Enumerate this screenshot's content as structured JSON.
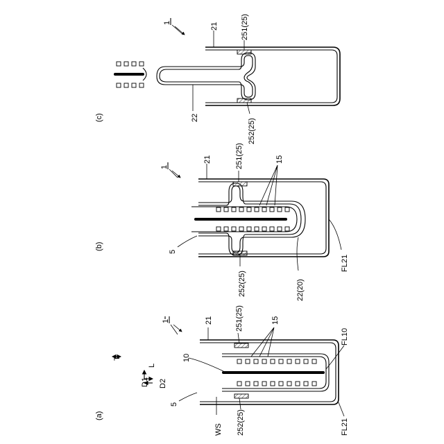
{
  "panels": {
    "a": {
      "caption": "(a)",
      "labels": {
        "ws": "WS",
        "p252": "252(25)",
        "p5": "5",
        "p10": "10",
        "p1": "1",
        "p21": "21",
        "p251": "251(25)",
        "p15": "15",
        "fl10": "FL10",
        "fl21": "FL21"
      },
      "legend": {
        "t": "T",
        "l": "L",
        "d1": "D1",
        "d2": "D2"
      }
    },
    "b": {
      "caption": "(b)",
      "labels": {
        "p5": "5",
        "p252": "252(25)",
        "p1": "1",
        "p21": "21",
        "p251": "251(25)",
        "p15": "15",
        "p22": "22(20)",
        "fl21": "FL21"
      }
    },
    "c": {
      "caption": "(c)",
      "labels": {
        "p22": "22",
        "p1": "1",
        "p21": "21",
        "p251": "251(25)",
        "p252": "252(25)"
      }
    }
  }
}
